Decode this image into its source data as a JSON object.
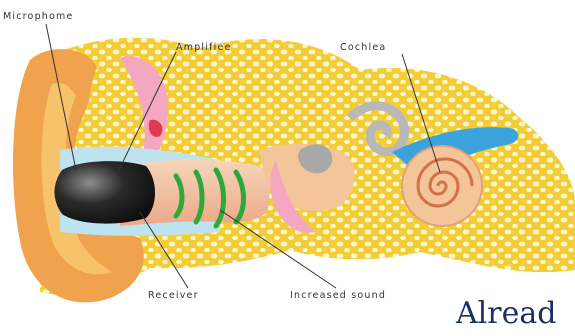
{
  "diagram": {
    "labels": {
      "microphone": "Microphome",
      "amplifier": "Amplifiee",
      "cochlea": "Cochlea",
      "receiver": "Receiver",
      "sound": "Increased sound"
    },
    "caption": "Alread"
  },
  "colors": {
    "tissue": "#f2cd38",
    "outer_skin": "#f0a24c",
    "canal": "#f3c9a4",
    "pink": "#f3a7c0",
    "cochlea_shell": "#f5c59a",
    "nerve_blue": "#3ba3dc",
    "canal_light": "#bfe3ee",
    "sound_waves": "#2fa83a",
    "device": "#1e1e1e",
    "caption_text": "#1a2f6b"
  }
}
